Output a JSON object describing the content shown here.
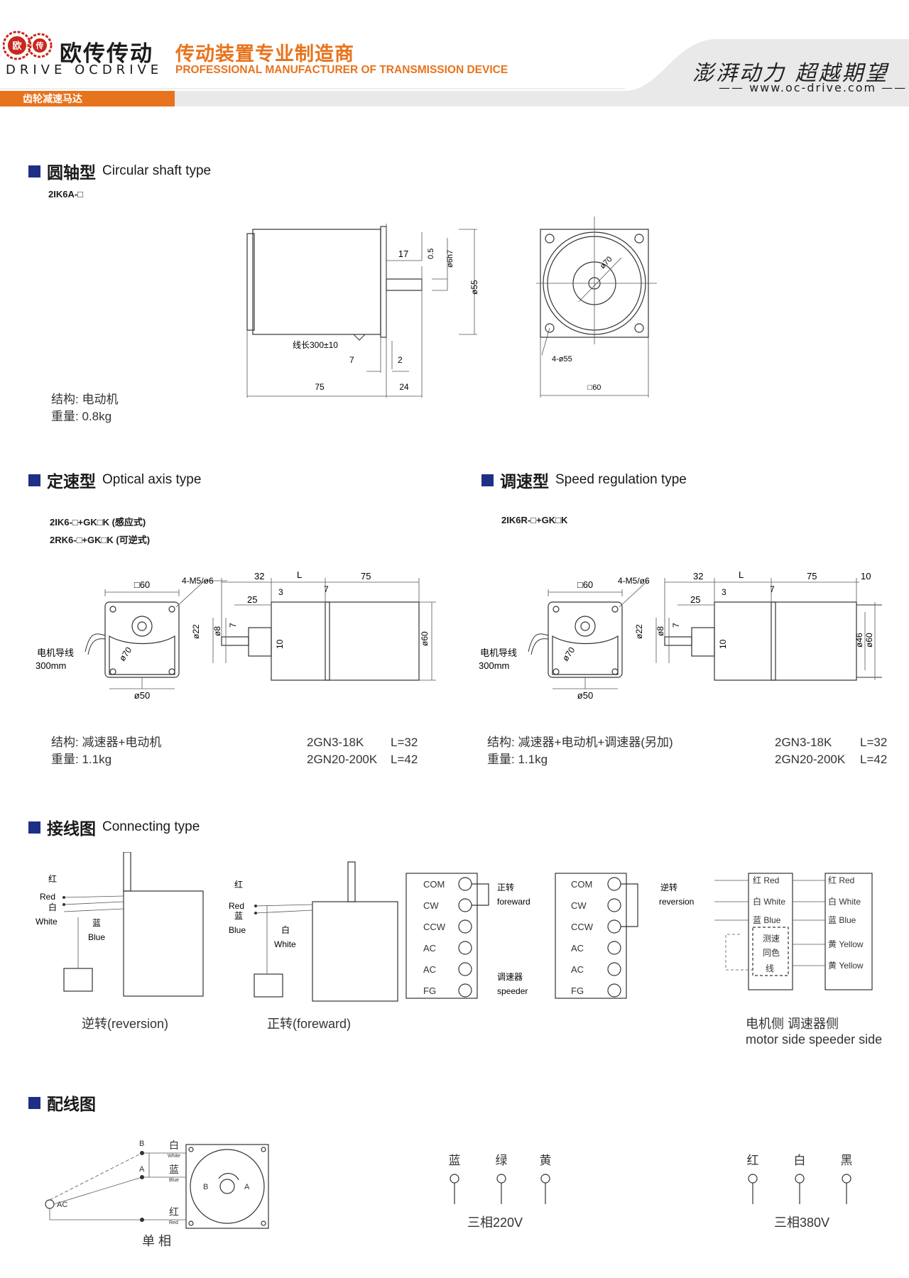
{
  "header": {
    "brand_cn": "欧传传动",
    "brand_en": "DRIVE OCDRIVE",
    "title_cn": "传动装置专业制造商",
    "title_en": "PROFESSIONAL MANUFACTURER OF TRANSMISSION DEVICE",
    "slogan": "澎湃动力 超越期望",
    "url": "www.oc-drive.com",
    "category_tab": "齿轮减速马达",
    "logo_chars": [
      "欧",
      "传"
    ]
  },
  "circular": {
    "title_cn": "圆轴型",
    "title_en": "Circular shaft type",
    "model": "2IK6A-□",
    "structure": "结构: 电动机",
    "weight": "重量: 0.8kg",
    "dims": {
      "d17": "17",
      "d05": "0.5",
      "d6h7": "ø6h7",
      "d55": "ø55",
      "cable": "线长300±10",
      "d7": "7",
      "d2": "2",
      "d75": "75",
      "d24": "24",
      "d70": "ø70",
      "holes": "4-ø55",
      "sq60": "□60"
    }
  },
  "optical": {
    "title_cn": "定速型",
    "title_en": "Optical axis type",
    "model1": "2IK6-□+GK□K (感应式)",
    "model2": "2RK6-□+GK□K (可逆式)",
    "structure": "结构: 减速器+电动机",
    "weight": "重量: 1.1kg",
    "ratios": [
      {
        "range": "2GN3-18K",
        "l": "L=32"
      },
      {
        "range": "2GN20-200K",
        "l": "L=42"
      }
    ],
    "dims": {
      "sq60": "□60",
      "m5": "4-M5/ø6",
      "d32": "32",
      "dL": "L",
      "d75": "75",
      "d3": "3",
      "d25": "25",
      "d7": "7",
      "d22": "ø22",
      "d8": "ø8",
      "d10": "10",
      "d60": "ø60",
      "d70": "ø70",
      "d50": "ø50",
      "lead": "电机导线",
      "lead_len": "300mm"
    }
  },
  "speed": {
    "title_cn": "调速型",
    "title_en": "Speed regulation type",
    "model": "2IK6R-□+GK□K",
    "structure": "结构: 减速器+电动机+调速器(另加)",
    "weight": "重量: 1.1kg",
    "ratios": [
      {
        "range": "2GN3-18K",
        "l": "L=32"
      },
      {
        "range": "2GN20-200K",
        "l": "L=42"
      }
    ],
    "dims": {
      "sq60": "□60",
      "m5": "4-M5/ø6",
      "d32": "32",
      "dL": "L",
      "d75": "75",
      "d10": "10",
      "d3": "3",
      "d25": "25",
      "d7": "7",
      "d22": "ø22",
      "d8": "ø8",
      "d10b": "10",
      "d46": "ø46",
      "d60": "ø60",
      "d70": "ø70",
      "d50": "ø50",
      "lead": "电机导线",
      "lead_len": "300mm"
    }
  },
  "connecting": {
    "title_cn": "接线图",
    "title_en": "Connecting type",
    "reversion": {
      "red_cn": "红",
      "red": "Red",
      "white_cn": "白",
      "white": "White",
      "blue_cn": "蓝",
      "blue": "Blue",
      "caption": "逆转(reversion)"
    },
    "foreward": {
      "red_cn": "红",
      "red": "Red",
      "blue_cn": "蓝",
      "blue": "Blue",
      "white_cn": "白",
      "white": "White",
      "caption": "正转(foreward)"
    },
    "terminal1": {
      "pins": [
        "COM",
        "CW",
        "CCW",
        "AC",
        "AC",
        "FG"
      ],
      "fwd_cn": "正转",
      "fwd": "foreward",
      "spd_cn": "调速器",
      "spd": "speeder"
    },
    "terminal2": {
      "pins": [
        "COM",
        "CW",
        "CCW",
        "AC",
        "AC",
        "FG"
      ],
      "rev_cn": "逆转",
      "rev": "reversion"
    },
    "motor_side": [
      "红 Red",
      "白 White",
      "蓝 Blue"
    ],
    "tacho": [
      "测速",
      "同色",
      "线"
    ],
    "speeder_side": [
      "红 Red",
      "白 White",
      "蓝 Blue",
      "黄 Yellow",
      "黄 Yellow"
    ],
    "cap_cn": "电机侧  调速器侧",
    "cap_en": "motor side speeder side"
  },
  "wiring": {
    "title_cn": "配线图",
    "single": {
      "b": "B",
      "a": "A",
      "white_cn": "白",
      "white": "White",
      "blue_cn": "蓝",
      "blue": "Blue",
      "red_cn": "红",
      "red": "Red",
      "ac": "AC",
      "rb": "B",
      "ra": "A",
      "caption": "单 相"
    },
    "three220": {
      "labels": [
        "蓝",
        "绿",
        "黄"
      ],
      "caption": "三相220V"
    },
    "three380": {
      "labels": [
        "红",
        "白",
        "黑"
      ],
      "caption": "三相380V"
    }
  }
}
